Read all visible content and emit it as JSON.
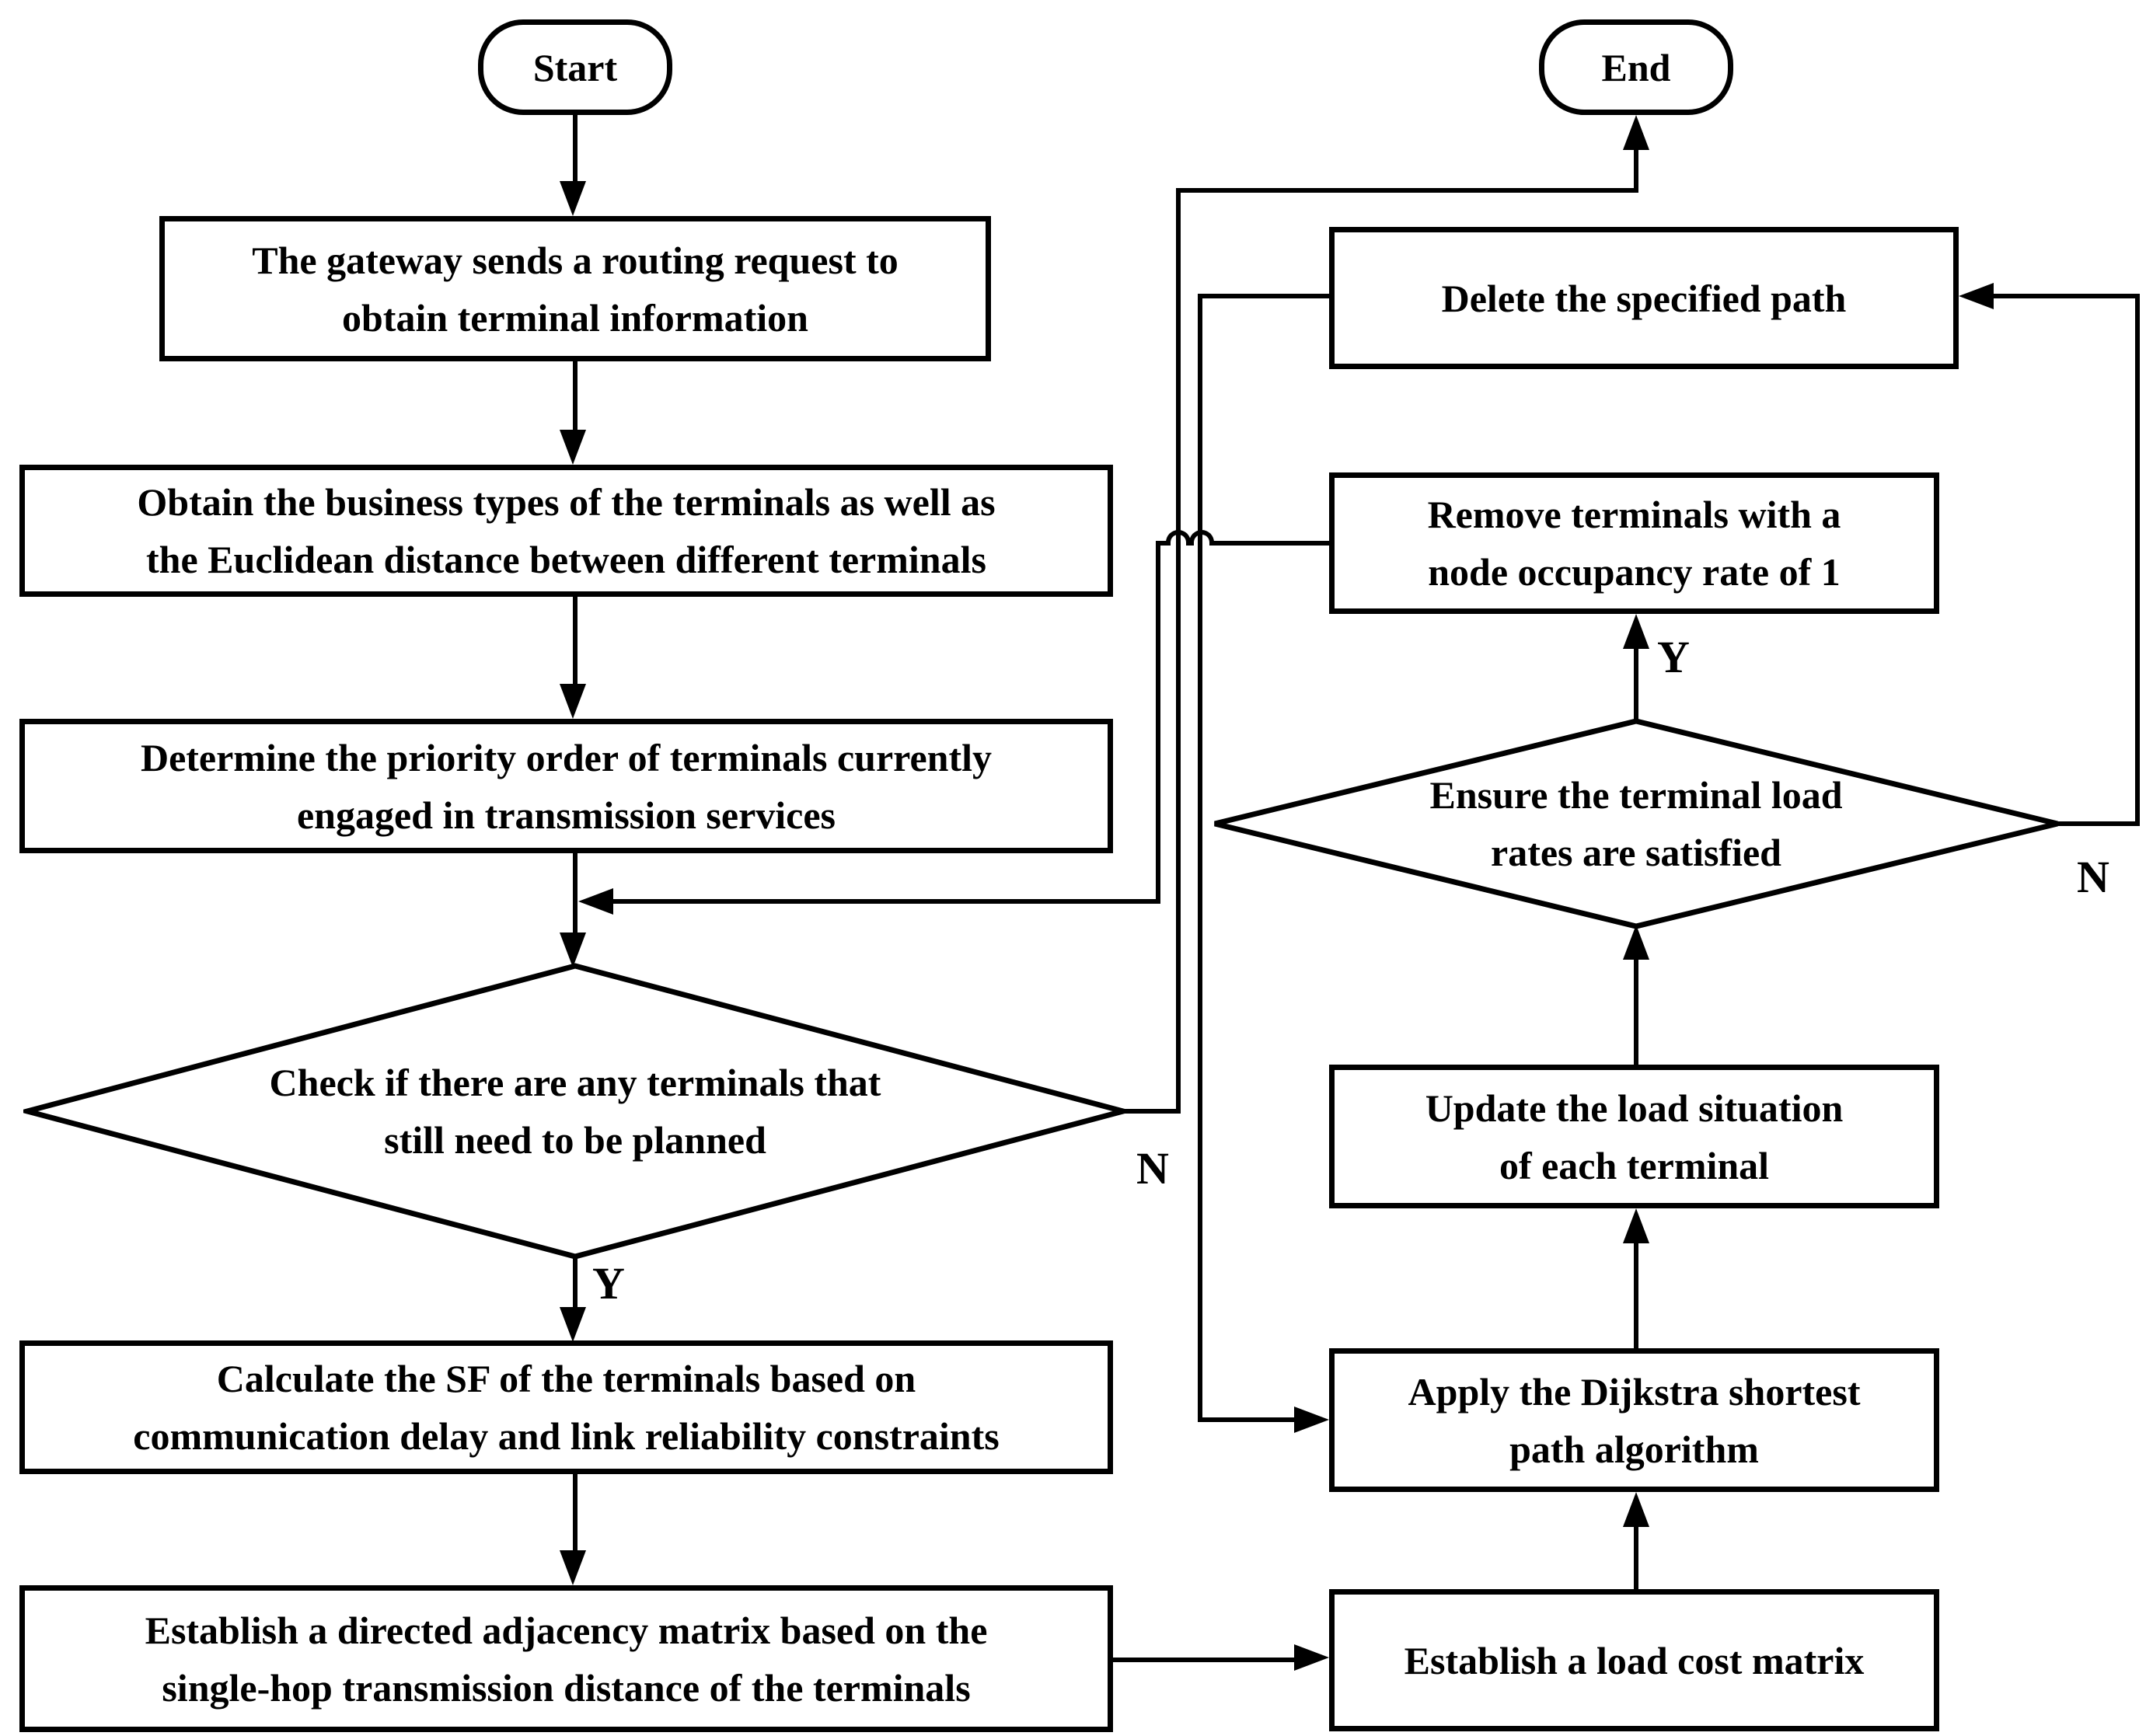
{
  "diagram_title": "routing-planning-flowchart",
  "colors": {
    "stroke": "#000000",
    "shape_fill": "#ffffff",
    "background": "#ffffff"
  },
  "terminators": {
    "start": {
      "label": "Start"
    },
    "end": {
      "label": "End"
    }
  },
  "processes": {
    "gateway_request": {
      "lines": [
        "The gateway sends a routing request to",
        "obtain terminal information"
      ]
    },
    "obtain_business_types": {
      "lines": [
        "Obtain the business types of the terminals as well as",
        "the Euclidean distance between different terminals"
      ]
    },
    "determine_priority": {
      "lines": [
        "Determine the priority order of terminals currently",
        "engaged in transmission services"
      ]
    },
    "calculate_sf": {
      "lines": [
        "Calculate the SF of the terminals based on",
        "communication delay and link reliability constraints"
      ]
    },
    "adjacency_matrix": {
      "lines": [
        "Establish a directed adjacency matrix based on the",
        "single-hop transmission distance of the terminals"
      ]
    },
    "delete_path": {
      "lines": [
        "Delete the specified path"
      ]
    },
    "remove_terminals": {
      "lines": [
        "Remove terminals with a",
        "node occupancy rate of 1"
      ]
    },
    "update_load": {
      "lines": [
        "Update the load situation",
        "of each terminal"
      ]
    },
    "apply_dijkstra": {
      "lines": [
        "Apply the Dijkstra shortest",
        "path algorithm"
      ]
    },
    "load_cost_matrix": {
      "lines": [
        "Establish a load cost matrix"
      ]
    }
  },
  "decisions": {
    "terminals_to_plan": {
      "lines": [
        "Check if there are any terminals that",
        "still need to be planned"
      ],
      "yes": "Y",
      "no": "N"
    },
    "load_rates_satisfied": {
      "lines": [
        "Ensure the terminal load",
        "rates are satisfied"
      ],
      "yes": "Y",
      "no": "N"
    }
  }
}
